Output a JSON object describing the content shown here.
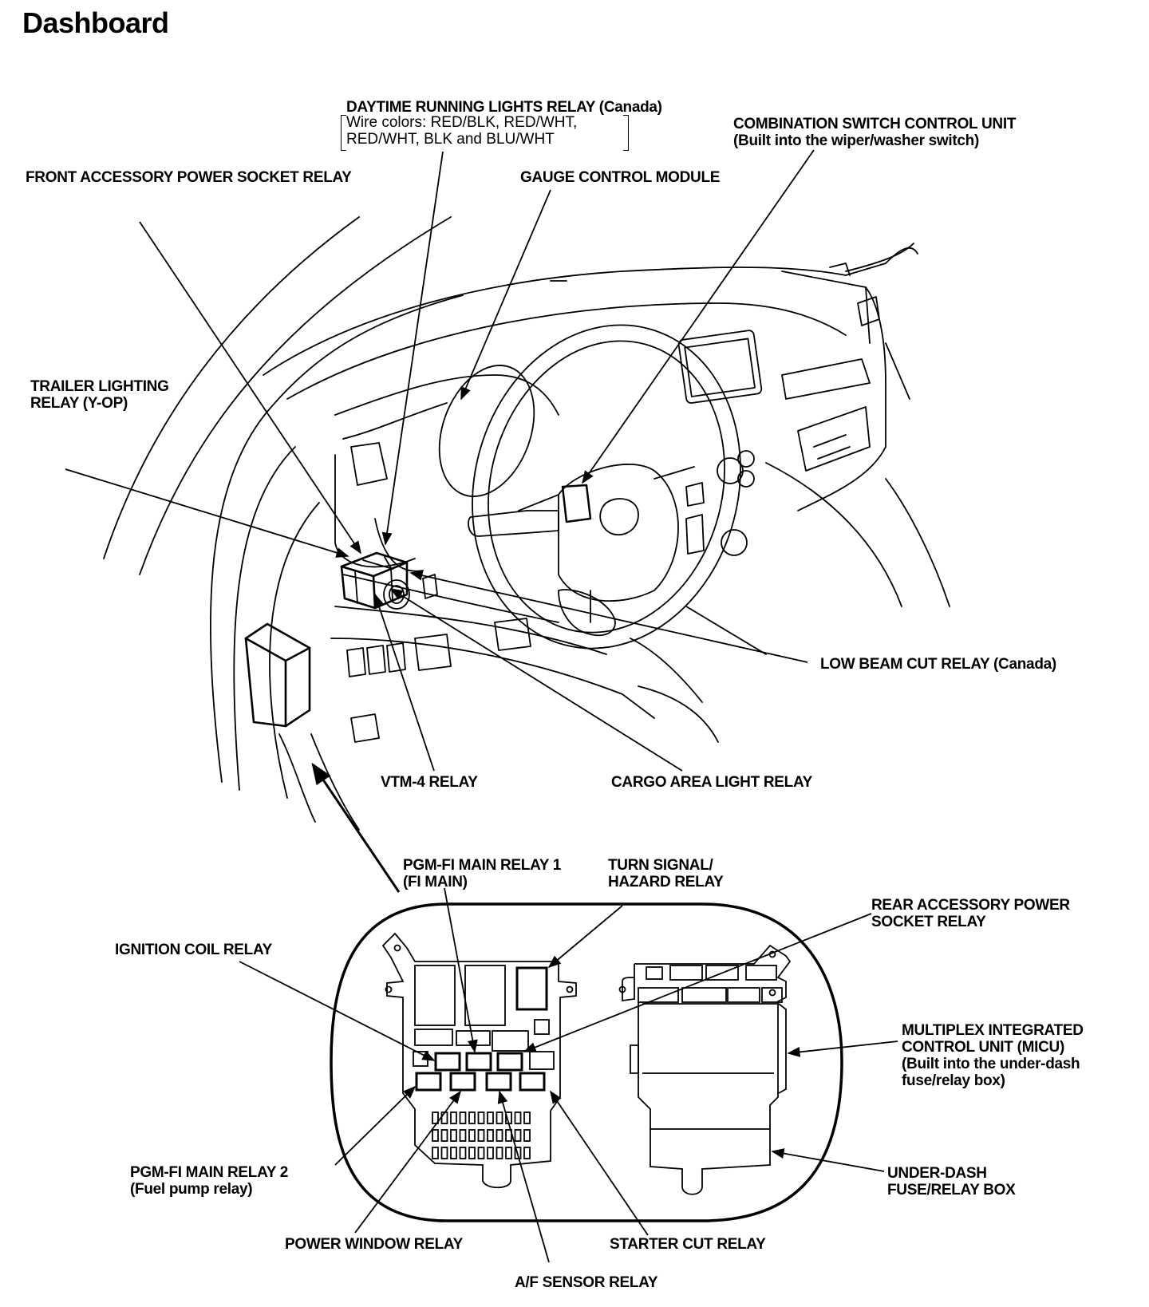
{
  "page_title": "Dashboard",
  "labels": {
    "drl_relay": {
      "title": "DAYTIME RUNNING LIGHTS RELAY (Canada)",
      "wire_line1": "Wire colors: RED/BLK, RED/WHT,",
      "wire_line2": "RED/WHT, BLK and BLU/WHT"
    },
    "combination_switch": {
      "line1": "COMBINATION SWITCH CONTROL UNIT",
      "line2": "(Built into the wiper/washer switch)"
    },
    "front_accessory": {
      "line1": "FRONT ACCESSORY POWER SOCKET RELAY"
    },
    "gauge_control": {
      "line1": "GAUGE CONTROL MODULE"
    },
    "trailer_lighting": {
      "line1": "TRAILER LIGHTING",
      "line2": "RELAY (Y-OP)"
    },
    "low_beam_cut": {
      "line1": "LOW BEAM CUT RELAY (Canada)"
    },
    "vtm4": {
      "line1": "VTM-4 RELAY"
    },
    "cargo_light": {
      "line1": "CARGO AREA LIGHT RELAY"
    },
    "pgm_fi_main1": {
      "line1": "PGM-FI MAIN RELAY 1",
      "line2": "(FI MAIN)"
    },
    "turn_signal": {
      "line1": "TURN SIGNAL/",
      "line2": "HAZARD RELAY"
    },
    "rear_accessory": {
      "line1": "REAR ACCESSORY POWER",
      "line2": "SOCKET RELAY"
    },
    "ignition_coil": {
      "line1": "IGNITION COIL RELAY"
    },
    "micu": {
      "line1": "MULTIPLEX INTEGRATED",
      "line2": "CONTROL UNIT (MICU)",
      "line3": "(Built into the under-dash",
      "line4": "fuse/relay box)"
    },
    "pgm_fi_main2": {
      "line1": "PGM-FI MAIN RELAY 2",
      "line2": "(Fuel pump relay)"
    },
    "under_dash_box": {
      "line1": "UNDER-DASH",
      "line2": "FUSE/RELAY BOX"
    },
    "power_window": {
      "line1": "POWER WINDOW RELAY"
    },
    "starter_cut": {
      "line1": "STARTER CUT RELAY"
    },
    "af_sensor": {
      "line1": "A/F SENSOR RELAY"
    }
  }
}
